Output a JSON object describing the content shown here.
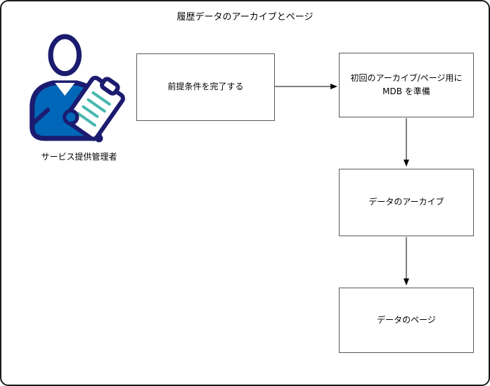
{
  "title": "履歴データのアーカイブとページ",
  "actor": {
    "label": "サービス提供管理者",
    "icon": "admin-person-clipboard-icon"
  },
  "nodes": [
    {
      "id": "n1",
      "label": "前提条件を完了する"
    },
    {
      "id": "n2",
      "label": "初回のアーカイブ/ページ用に\nMDB を準備"
    },
    {
      "id": "n3",
      "label": "データのアーカイブ"
    },
    {
      "id": "n4",
      "label": "データのページ"
    }
  ],
  "edges": [
    {
      "from": "n1",
      "to": "n2",
      "direction": "right"
    },
    {
      "from": "n2",
      "to": "n3",
      "direction": "down"
    },
    {
      "from": "n3",
      "to": "n4",
      "direction": "down"
    }
  ],
  "colors": {
    "page_border": "#1a1a1a",
    "box_border": "#595959",
    "arrow": "#000000",
    "actor_outline": "#1b1b6f",
    "actor_shirt": "#0067b8",
    "clipboard_lines": "#49b8b0"
  }
}
